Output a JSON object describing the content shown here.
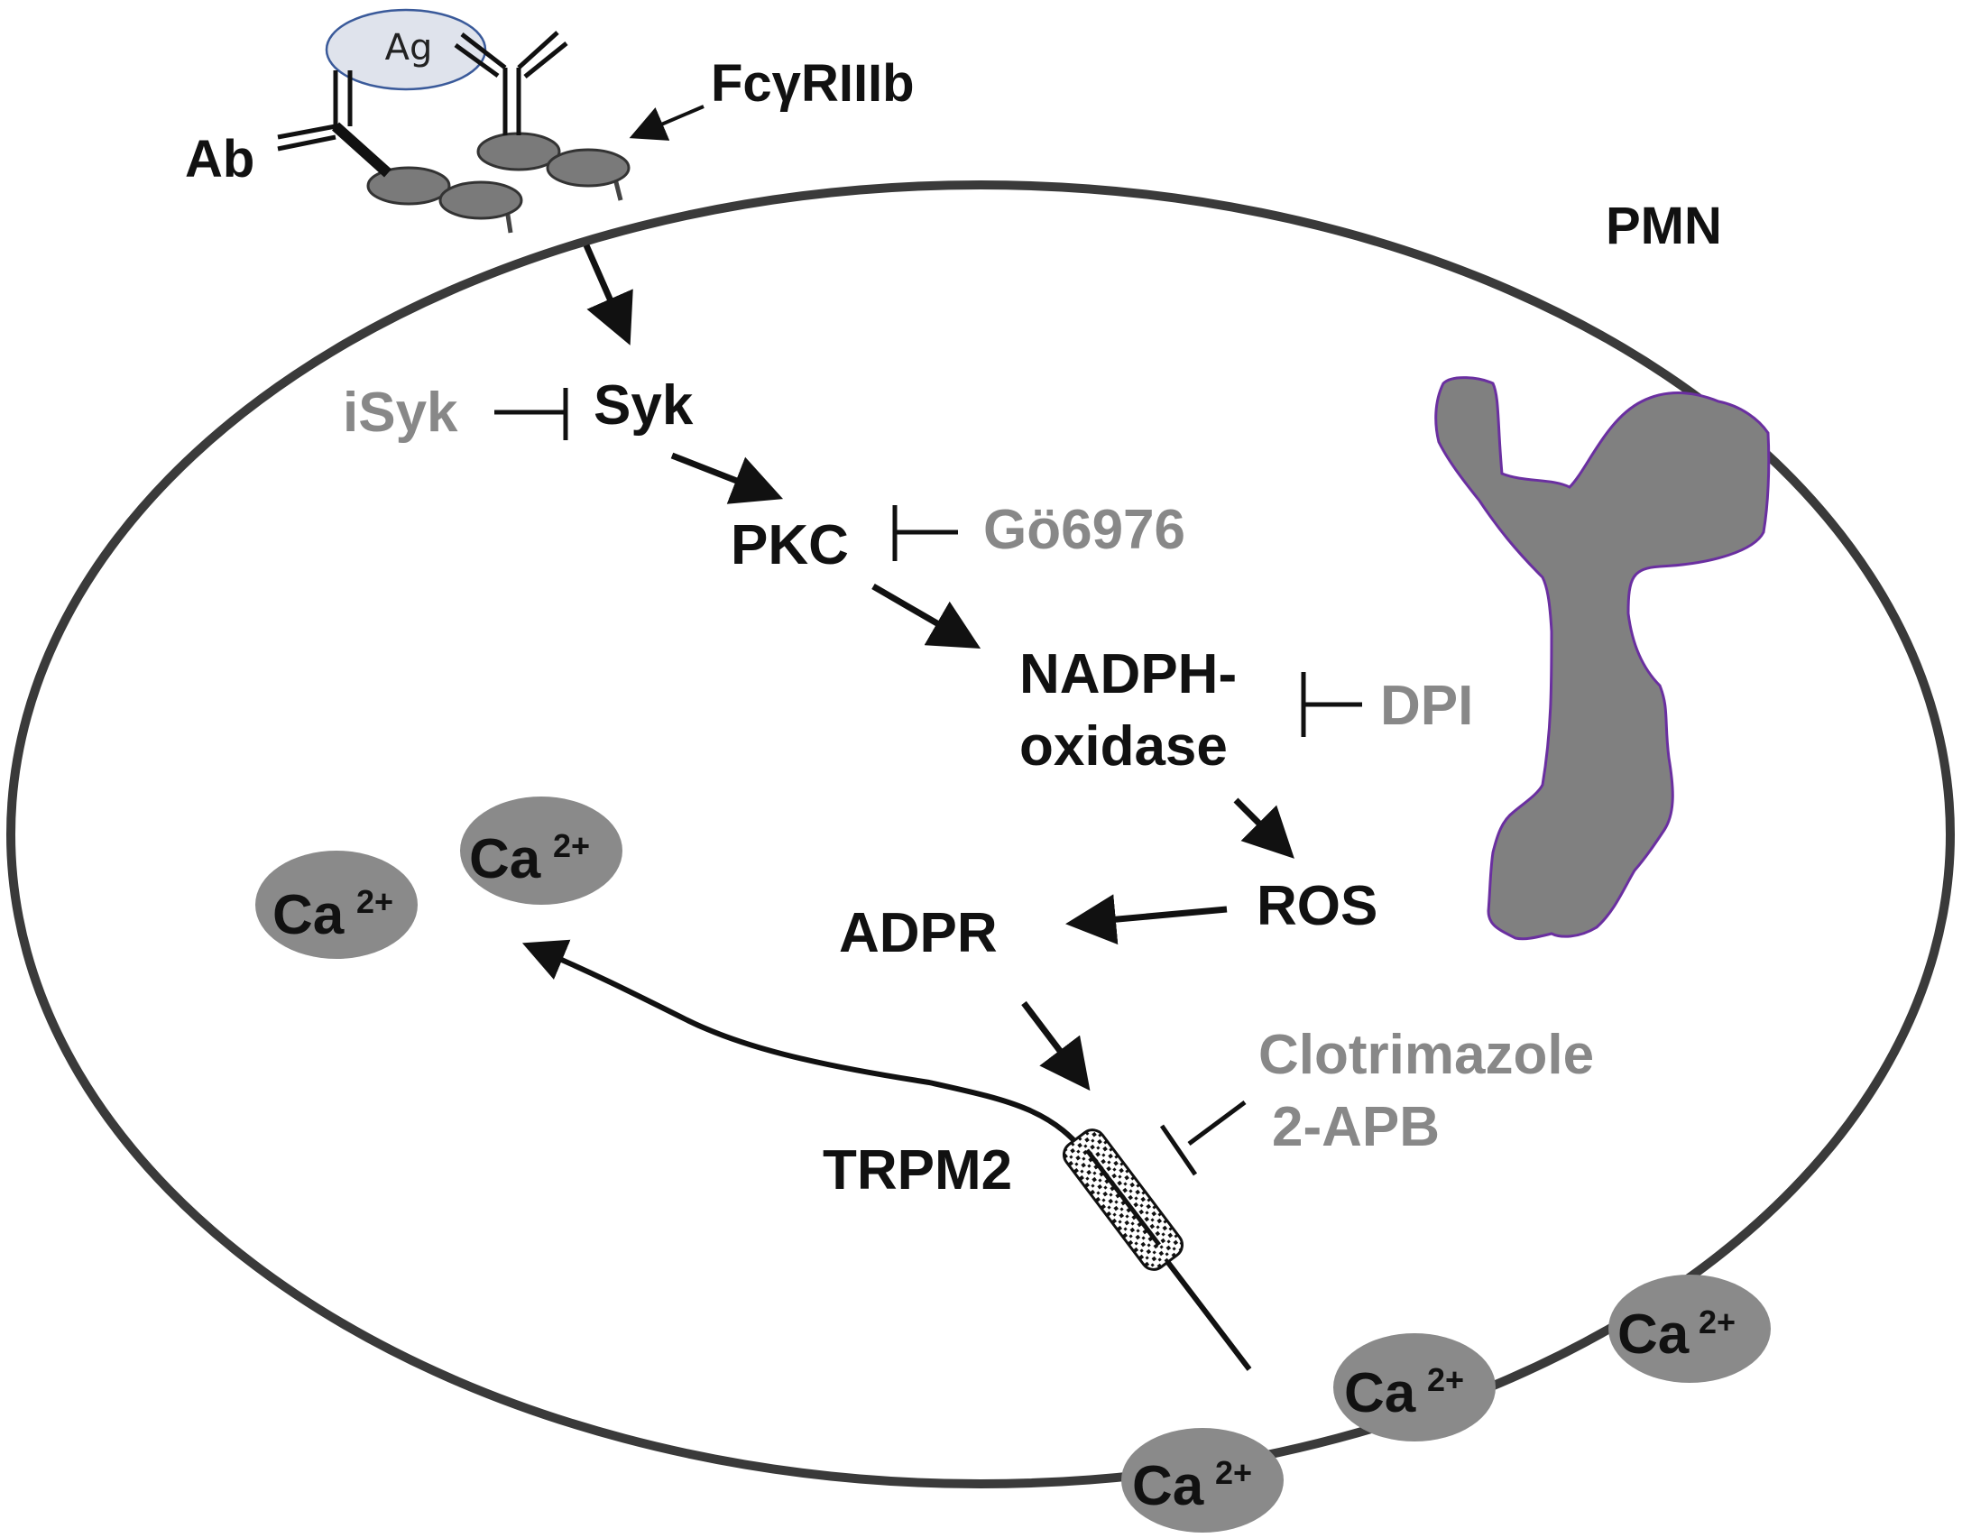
{
  "diagram": {
    "cell_label": "PMN",
    "receptor": {
      "antigen": "Ag",
      "antibody": "Ab",
      "receptor_name": "FcγRIIIb"
    },
    "pathway": {
      "syk": "Syk",
      "pkc": "PKC",
      "nadph_line1": "NADPH-",
      "nadph_line2": "oxidase",
      "ros": "ROS",
      "adpr": "ADPR",
      "trpm2": "TRPM2"
    },
    "inhibitors": {
      "isyk": "iSyk",
      "go6976": "Gö6976",
      "dpi": "DPI",
      "clotrimazole": "Clotrimazole",
      "apb": "2-APB"
    },
    "calcium": {
      "ion": "Ca",
      "charge": "2+"
    },
    "colors": {
      "activator_text": "#111111",
      "inhibitor_text": "#888888",
      "receptor_domain": "#7a7a7a",
      "calcium_ellipse": "#8a8a8a",
      "nucleus_fill": "#808080",
      "nucleus_outline": "#6a2fa0",
      "antigen_outline": "#3a5a9a"
    }
  }
}
